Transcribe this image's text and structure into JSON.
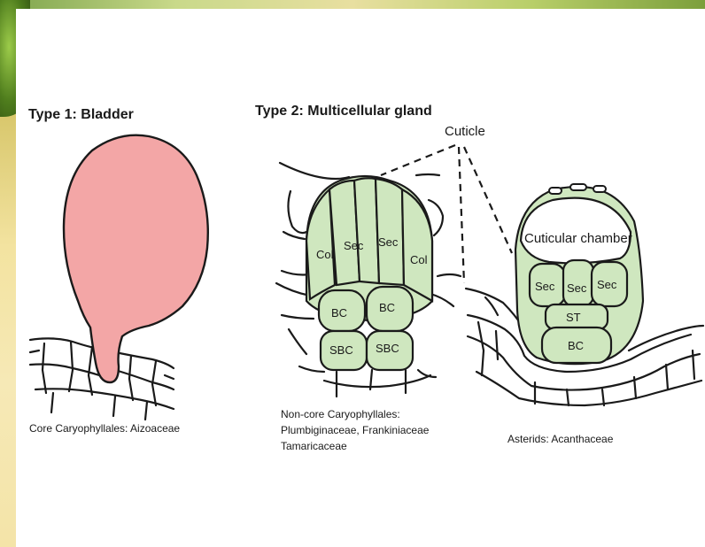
{
  "type1": {
    "title": "Type 1: Bladder",
    "caption": "Core Caryophyllales: Aizoaceae"
  },
  "type2": {
    "title": "Type 2: Multicellular gland",
    "cuticle_label": "Cuticle",
    "left_gland": {
      "cells": [
        "Col",
        "Sec",
        "Sec",
        "Col",
        "BC",
        "BC",
        "SBC",
        "SBC"
      ],
      "caption_lines": [
        "Non-core Caryophyllales:",
        "Plumbiginaceae, Frankiniaceae",
        "Tamaricaceae"
      ]
    },
    "right_gland": {
      "chamber_label": "Cuticular chamber",
      "cells": [
        "Sec",
        "Sec",
        "Sec",
        "ST",
        "BC"
      ],
      "caption": "Asterids: Acanthaceae"
    }
  },
  "colors": {
    "bladder": "#f3a6a6",
    "gland_cell": "#cfe7bf",
    "outline": "#1a1a1a"
  }
}
